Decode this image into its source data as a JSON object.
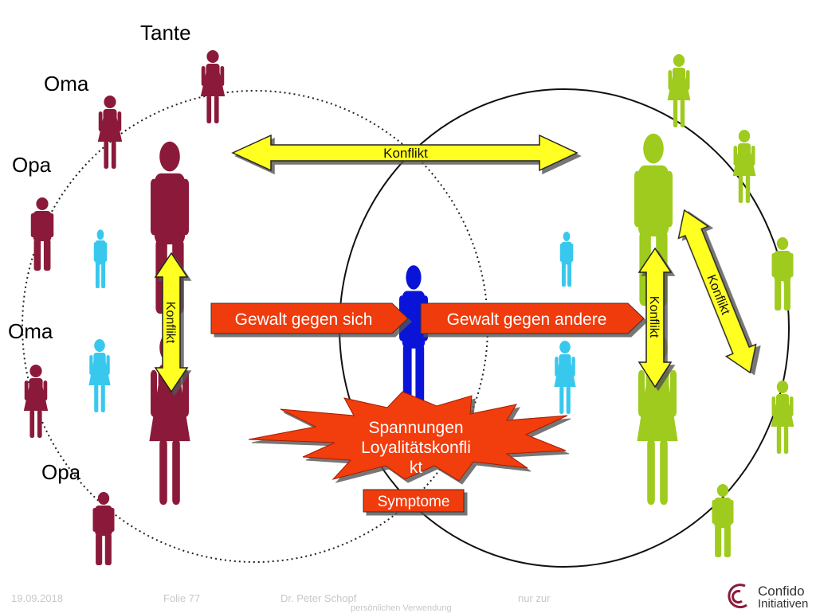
{
  "labels": {
    "tante": "Tante",
    "oma_top": "Oma",
    "opa_top": "Opa",
    "oma_bottom": "Oma",
    "opa_bottom": "Opa"
  },
  "arrows": {
    "konflikt_top": "Konflikt",
    "konflikt_left": "Konflikt",
    "konflikt_right_mid": "Konflikt",
    "konflikt_right_diag": "Konflikt",
    "gewalt_sich": "Gewalt gegen sich",
    "gewalt_andere": "Gewalt gegen andere"
  },
  "burst": {
    "line1": "Spannungen",
    "line2": "Loyalitätskonfli",
    "line3": "kt"
  },
  "symptome": "Symptome",
  "footer": {
    "date": "19.09.2018",
    "slide": "Folie 77",
    "author": "Dr. Peter Schopf",
    "usage": "nur zur",
    "usage2": "persönlichen Verwendung"
  },
  "brand": {
    "line1": "Confido",
    "line2": "Initiativen"
  },
  "colors": {
    "maroon": "#8b1a3a",
    "green": "#9ecb1e",
    "cyan": "#38c8ee",
    "blue": "#0a14d8",
    "yellow": "#ffff22",
    "red": "#f03a10",
    "burst": "#f23c0c"
  }
}
